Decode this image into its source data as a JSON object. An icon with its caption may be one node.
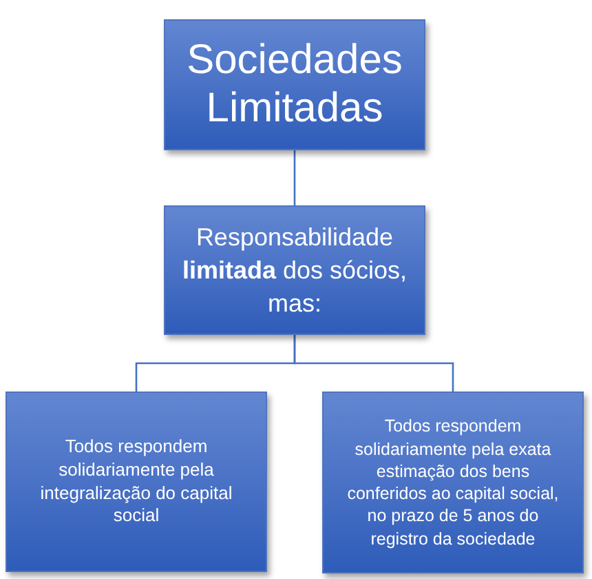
{
  "diagram": {
    "nodes": [
      {
        "text": [
          "Sociedades Limitadas"
        ]
      },
      {
        "text": [
          "Responsabilidade **limitada** dos sócios, mas:"
        ]
      },
      {
        "text": [
          "Todos respondem solidariamente pela integralização do capital social"
        ]
      },
      {
        "text": [
          "Todos respondem solidariamente pela exata estimação dos bens conferidos ao capital social, no prazo de 5 anos do registro da sociedade"
        ]
      }
    ],
    "edges": [
      {
        "from": 0,
        "to": 1,
        "arrow": "none"
      },
      {
        "from": 1,
        "to": 2,
        "arrow": "none"
      },
      {
        "from": 1,
        "to": 3,
        "arrow": "none"
      }
    ]
  }
}
